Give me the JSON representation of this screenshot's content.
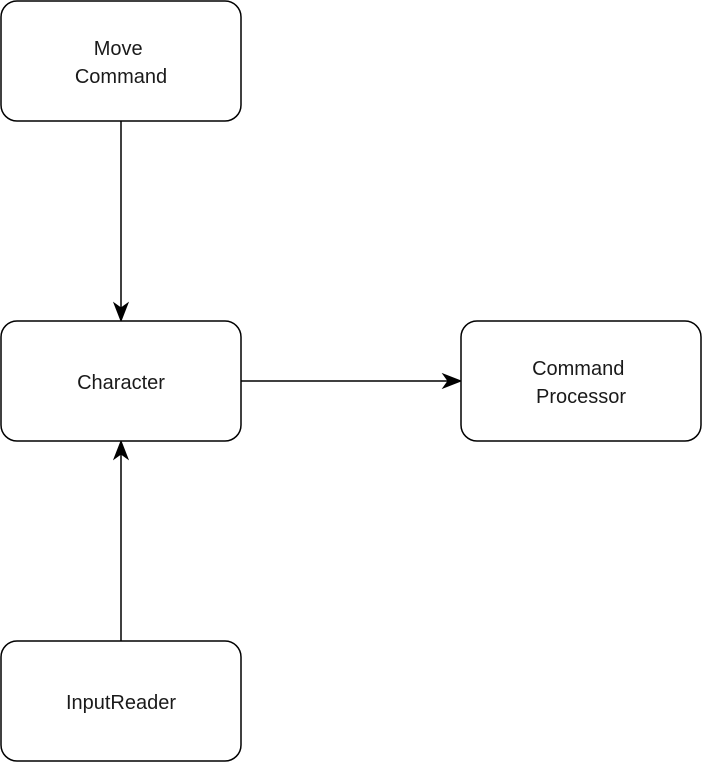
{
  "diagram": {
    "nodes": [
      {
        "id": "move-command",
        "lines": [
          "Move",
          "Command"
        ]
      },
      {
        "id": "character",
        "lines": [
          "Character"
        ]
      },
      {
        "id": "command-processor",
        "lines": [
          "Command",
          "Processor"
        ]
      },
      {
        "id": "input-reader",
        "lines": [
          "InputReader"
        ]
      }
    ],
    "edges": [
      {
        "from": "move-command",
        "to": "character"
      },
      {
        "from": "character",
        "to": "command-processor"
      },
      {
        "from": "input-reader",
        "to": "character"
      }
    ],
    "colors": {
      "stroke": "#000000",
      "fill": "#ffffff",
      "text": "#1a1a1a"
    }
  }
}
